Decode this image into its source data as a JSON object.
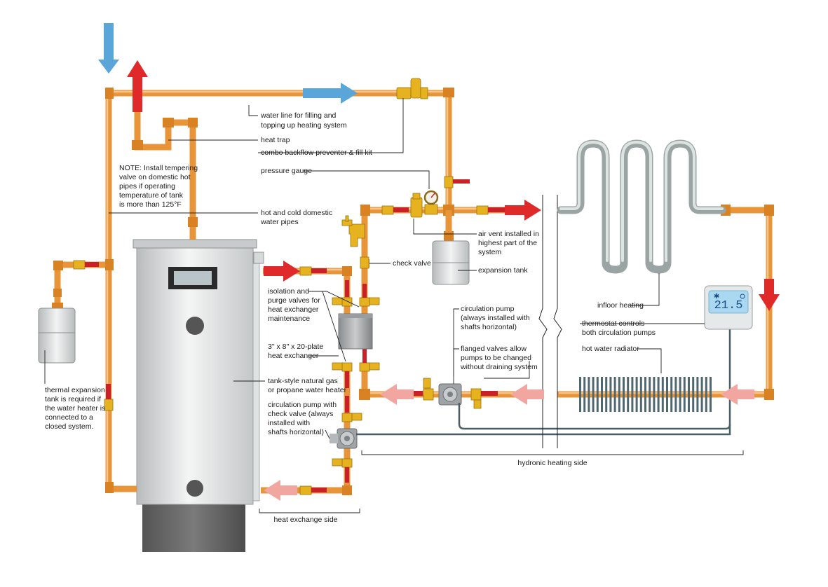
{
  "labels": {
    "water_line": [
      "water line for filling and",
      "topping up heating system"
    ],
    "heat_trap": "heat trap",
    "backflow": "combo backflow preventer & fill kit",
    "pressure_gauge": "pressure gauge",
    "note": [
      "NOTE: Install tempering",
      "valve on domestic hot",
      "pipes if operating",
      "temperature of tank",
      "is more than 125°F"
    ],
    "domestic_pipes": [
      "hot and cold domestic",
      "water pipes"
    ],
    "air_vent": [
      "air vent installed in",
      "highest part of the",
      "system"
    ],
    "check_valve": "check valve",
    "expansion_tank": "expansion tank",
    "isolation_valves": [
      "isolation and",
      "purge valves for",
      "heat exchanger",
      "maintenance"
    ],
    "circulation_pump_top": [
      "circulation pump",
      "(always installed with",
      "shafts horizontal)"
    ],
    "infloor": "infloor heating",
    "thermostat": [
      "thermostat controls",
      "both circulation pumps"
    ],
    "plate_hx": [
      "3\" x 8\" x 20-plate",
      "heat exchanger"
    ],
    "flanged_valves": [
      "flanged valves allow",
      "pumps to be changed",
      "without draining system"
    ],
    "radiator": "hot water radiator",
    "water_heater": [
      "tank-style natural gas",
      "or propane water heater"
    ],
    "thermal_tank": [
      "thermal expansion",
      "tank is required if",
      "the water heater is",
      "connected to a",
      "closed system."
    ],
    "circulation_pump_check": [
      "circulation pump with",
      "check valve (always",
      "installed with",
      "shafts horizontal)"
    ],
    "hydronic_side": "hydronic heating side",
    "heat_exchange_side": "heat exchange side"
  },
  "thermostat_display": "21.5",
  "colors": {
    "copper": "#e8953a",
    "hot_arrow": "#e02a2a",
    "cold_arrow": "#5aa6d8",
    "return_arrow": "#f2a6a0",
    "valve_handle": "#c9202a",
    "brass": "#e6b21f"
  }
}
